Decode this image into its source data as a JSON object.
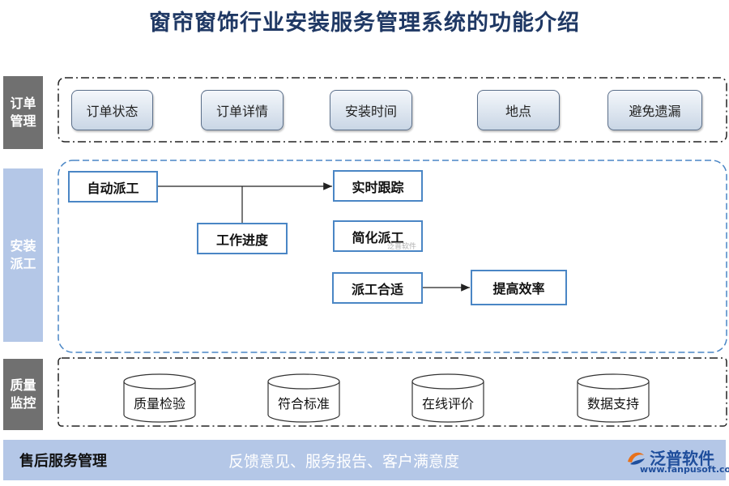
{
  "title": "窗帘窗饰行业安装服务管理系统的功能介绍",
  "sections": {
    "order": {
      "label_line1": "订单",
      "label_line2": "管理",
      "items": [
        "订单状态",
        "订单详情",
        "安装时间",
        "地点",
        "避免遗漏"
      ]
    },
    "install": {
      "label_line1": "安装",
      "label_line2": "派工",
      "nodes": {
        "auto": "自动派工",
        "progress": "工作进度",
        "tracking": "实时跟踪",
        "simplify": "简化派工",
        "suitable": "派工合适",
        "efficiency": "提高效率"
      }
    },
    "quality": {
      "label_line1": "质量",
      "label_line2": "监控",
      "items": [
        "质量检验",
        "符合标准",
        "在线评价",
        "数据支持"
      ]
    }
  },
  "after_sales": {
    "title": "售后服务管理",
    "text": "反馈意见、服务报告、客户满意度"
  },
  "logo": {
    "name": "泛普软件",
    "url": "www.fanpusoft.com",
    "icon": "fanpu-logo-icon"
  },
  "watermark": "泛普软件",
  "colors": {
    "title": "#1f3864",
    "side_dark": "#707070",
    "side_blue": "#b4c7e7",
    "node_border": "#4a86c5",
    "logo": "#1f4e9c"
  }
}
